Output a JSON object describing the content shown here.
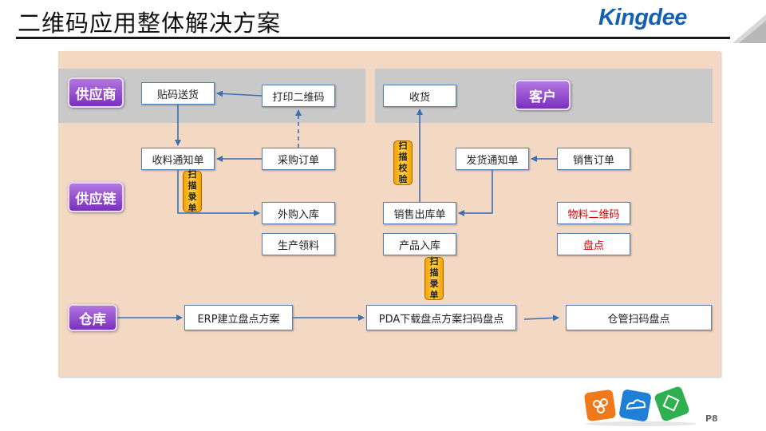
{
  "slide": {
    "title": "二维码应用整体解决方案",
    "logo": "Kingdee",
    "page": "P8"
  },
  "lanes": {
    "supplier": "供应商",
    "customer": "客户",
    "supply_chain": "供应链",
    "warehouse": "仓库"
  },
  "boxes": {
    "label_delivery": "贴码送货",
    "print_qr": "打印二维码",
    "receive": "收货",
    "receipt_notice": "收料通知单",
    "purchase_order": "采购订单",
    "delivery_notice": "发货通知单",
    "sales_order": "销售订单",
    "purchase_inbound": "外购入库",
    "sales_outbound": "销售出库单",
    "material_qr": "物料二维码",
    "production_issue": "生产领料",
    "product_inbound": "产品入库",
    "stocktake": "盘点",
    "erp_plan": "ERP建立盘点方案",
    "pda_scan": "PDA下载盘点方案扫码盘点",
    "keeper_scan": "仓管扫码盘点"
  },
  "scan_tags": {
    "scan_record_1": [
      "扫",
      "描",
      "录",
      "单"
    ],
    "scan_verify": [
      "扫",
      "描",
      "校",
      "验"
    ],
    "scan_record_2": [
      "扫",
      "描",
      "录",
      "单"
    ]
  },
  "colors": {
    "title_rule": "#1a1a1a",
    "panel": "#f3d8c4",
    "band": "#c9c9c9",
    "box_border": "#5a7fb5",
    "arrow": "#3a6fb0",
    "tag_purple": "#8a3fcc",
    "scan_orange": "#f5a000",
    "logo_blue": "#1660b0",
    "red_text": "#d40000"
  }
}
